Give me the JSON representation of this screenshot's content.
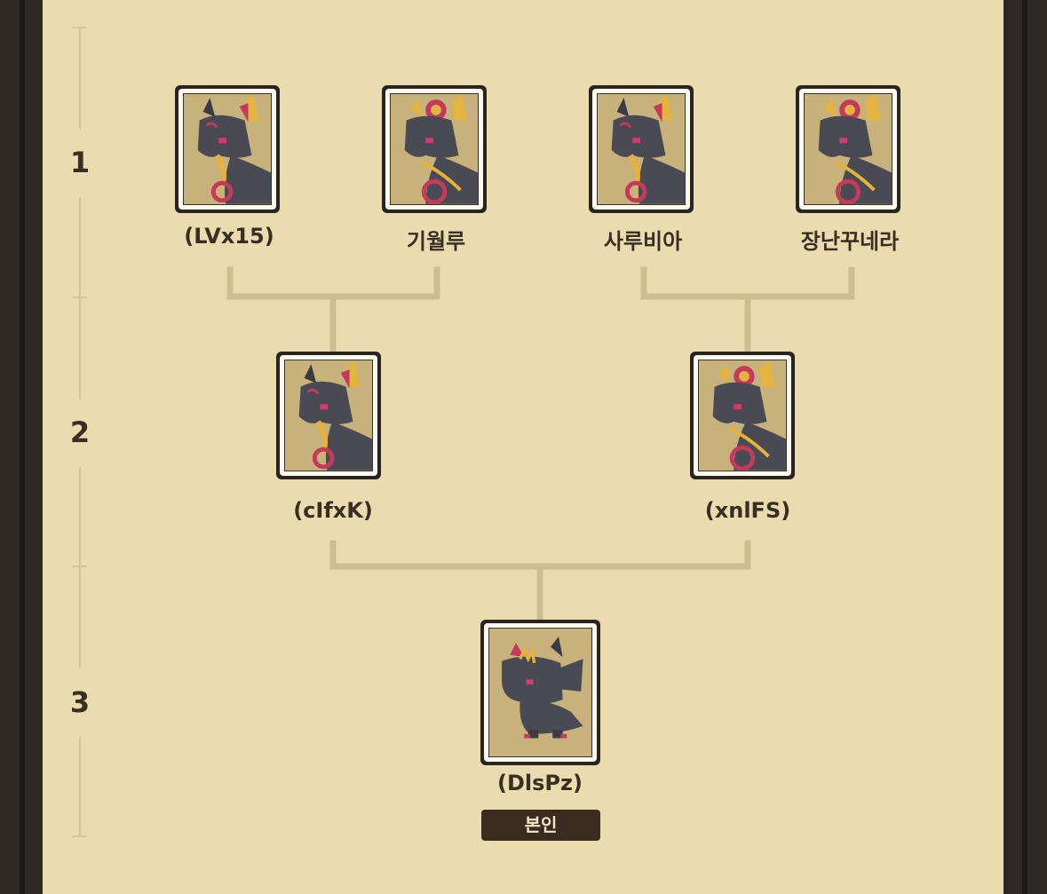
{
  "generations": [
    "1",
    "2",
    "3"
  ],
  "gen1": [
    {
      "name": "(LVx15)",
      "art": "adult-dragon"
    },
    {
      "name": "기월루",
      "art": "ornate-dragon"
    },
    {
      "name": "사루비아",
      "art": "adult-dragon"
    },
    {
      "name": "장난꾸네라",
      "art": "ornate-dragon"
    }
  ],
  "gen2": [
    {
      "name": "(cIfxK)",
      "art": "adult-dragon"
    },
    {
      "name": "(xnlFS)",
      "art": "ornate-dragon"
    }
  ],
  "gen3": [
    {
      "name": "(DlsPz)",
      "art": "baby-dragon"
    }
  ],
  "self_badge": "본인",
  "colors": {
    "panel": "#eadcaf",
    "line": "#cdbd8f",
    "badge": "#3a2a20",
    "text": "#3a2e23"
  }
}
